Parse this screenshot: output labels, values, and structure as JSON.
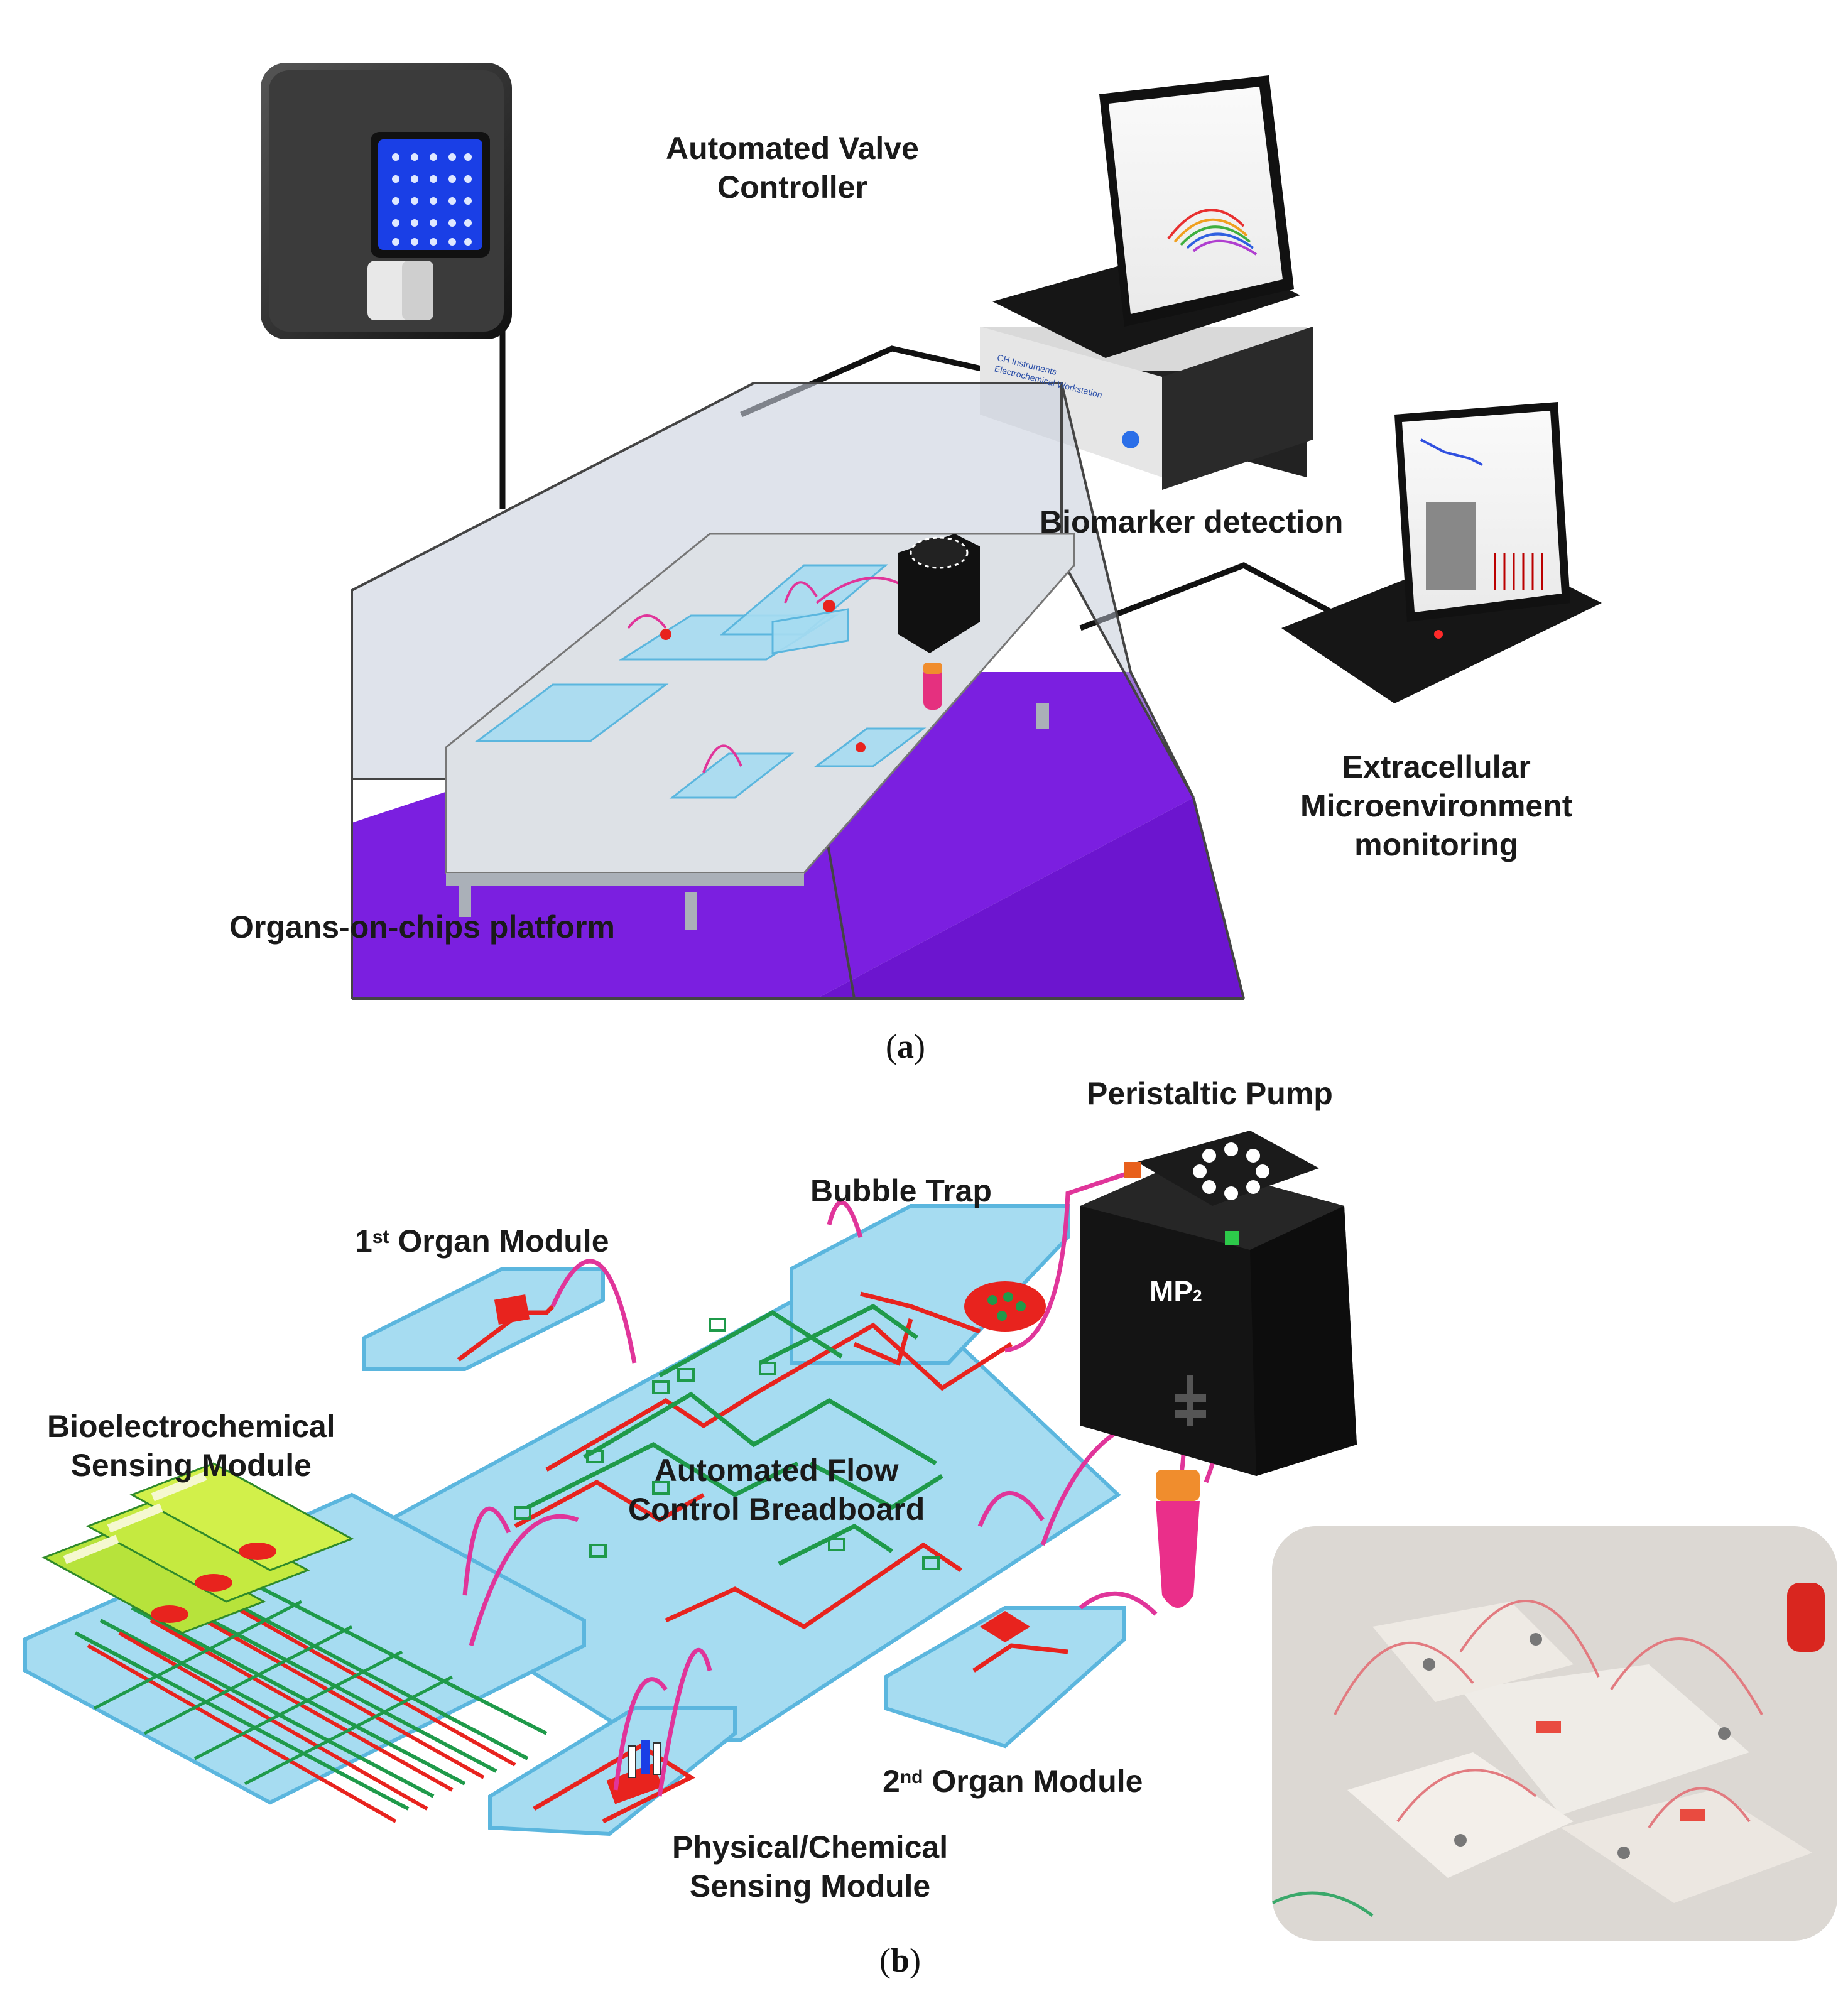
{
  "panel_a": {
    "caption_letter": "a",
    "labels": {
      "valve_controller": [
        "Automated Valve",
        "Controller"
      ],
      "biomarker": "Biomarker detection",
      "extracellular": [
        "Extracellular",
        "Microenvironment",
        "monitoring"
      ],
      "platform": "Organs-on-chips platform"
    },
    "workstation_text": [
      "CH Instruments",
      "Electrochemical Workstation"
    ]
  },
  "panel_b": {
    "caption_letter": "b",
    "labels": {
      "pump": "Peristaltic Pump",
      "bubble_trap": "Bubble Trap",
      "organ1_prefix": "1",
      "organ1_sup": "st",
      "organ1_rest": " Organ Module",
      "bioelectro": [
        "Bioelectrochemical",
        "Sensing Module"
      ],
      "breadboard": [
        "Automated Flow",
        "Control Breadboard"
      ],
      "organ2_prefix": "2",
      "organ2_sup": "nd",
      "organ2_rest": " Organ Module",
      "physical": [
        "Physical/Chemical",
        "Sensing Module"
      ]
    },
    "pump_brand": "MP",
    "pump_brand_sub": "2"
  },
  "colors": {
    "chip": "#a6dcf1",
    "chip_edge": "#5bb6de",
    "red_channel": "#e8231e",
    "green_channel": "#1f9a4a",
    "tube": "#e0359a",
    "purple_floor": "#7b1fe0"
  }
}
